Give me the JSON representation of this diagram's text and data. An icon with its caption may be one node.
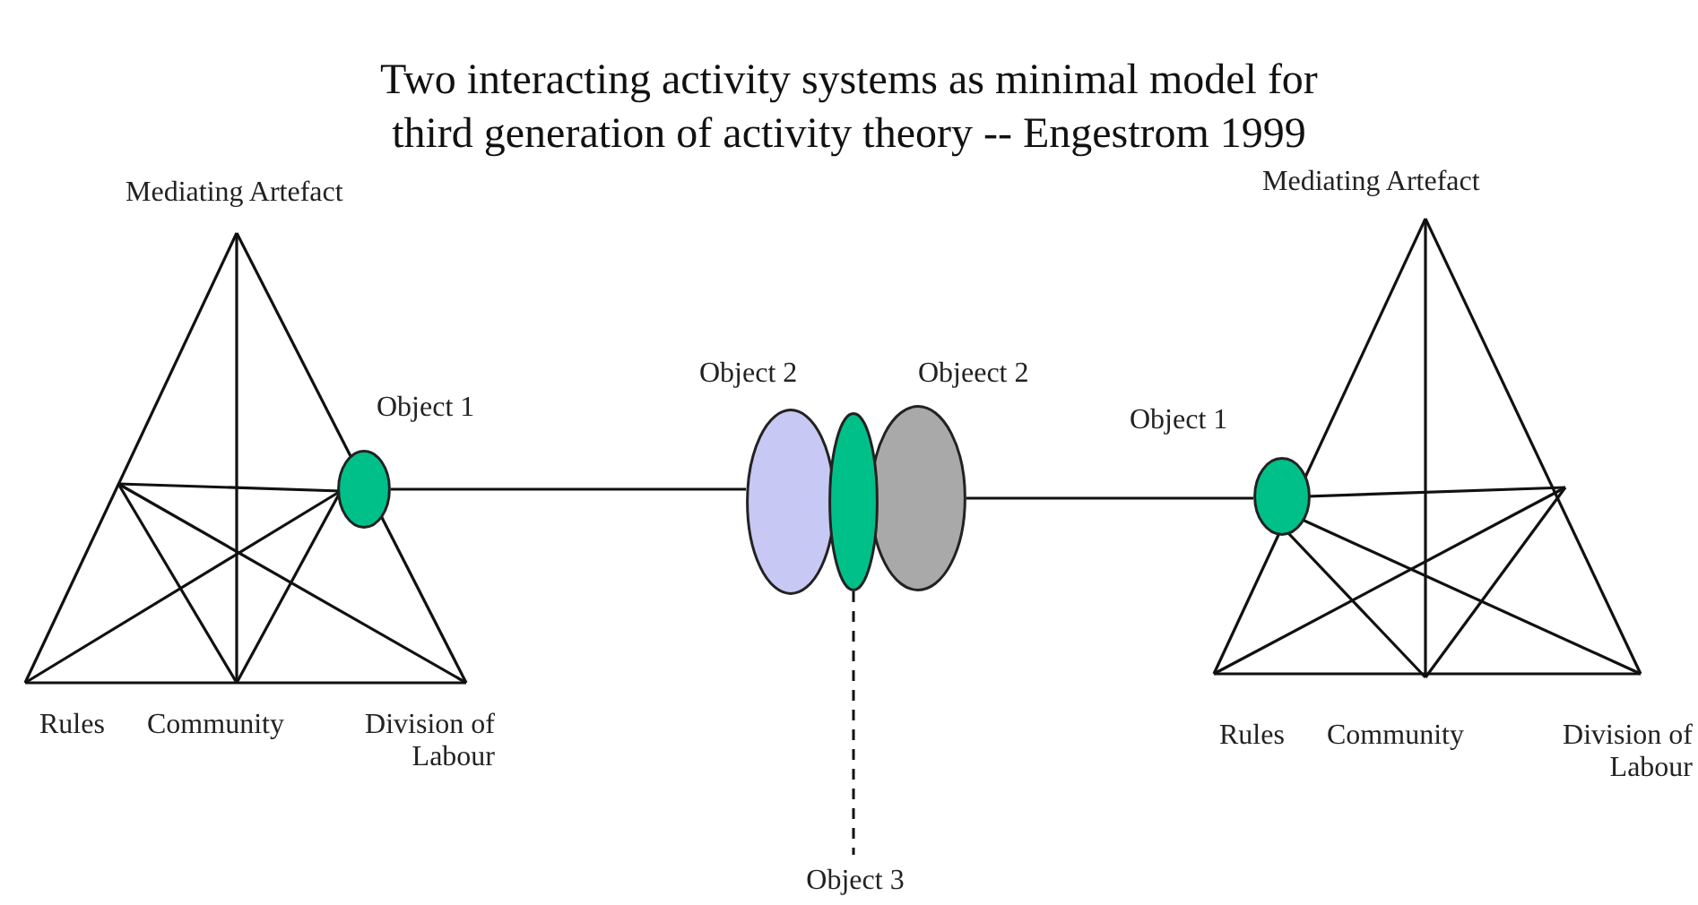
{
  "diagram": {
    "title": "Two interacting activity systems as minimal model for third generation of activity theory -- Engestrom 1999",
    "nodes": [
      {
        "text": [],
        "shape": "circle",
        "beside": [
          "Object 1"
        ]
      },
      {
        "text": [],
        "shape": "circle",
        "beside": [
          "Object 2"
        ]
      },
      {
        "text": [],
        "shape": "circle"
      },
      {
        "text": [],
        "shape": "circle",
        "beside": [
          "Objeect 2"
        ]
      },
      {
        "text": [
          "Object 3"
        ]
      },
      {
        "text": [],
        "shape": "circle",
        "beside": [
          "Object 1"
        ]
      }
    ],
    "edges": [
      {
        "from": 0,
        "to": 1,
        "arrow": "none"
      },
      {
        "from": 3,
        "to": 5,
        "arrow": "none"
      },
      {
        "from": 2,
        "to": 4,
        "arrow": "none",
        "style": "dashed"
      }
    ],
    "labels": [
      "Mediating Artefact",
      "Mediating Artefact",
      "Rules",
      "Community",
      "Division of Labour",
      "Rules",
      "Community",
      "Division of Labour"
    ]
  }
}
